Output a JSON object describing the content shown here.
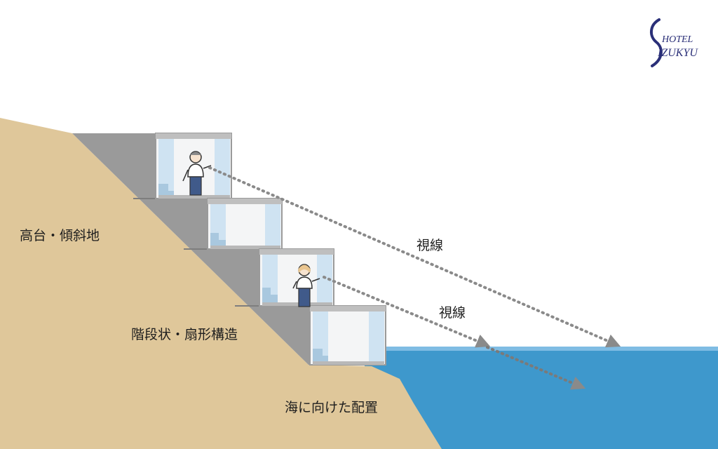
{
  "logo": {
    "line1": "HOTEL",
    "line2": "IZUKYU",
    "color": "#2a2f78"
  },
  "labels": {
    "terrain": "高台・傾斜地",
    "structure": "階段状・扇形構造",
    "orientation": "海に向けた配置",
    "sightline_upper": "視線",
    "sightline_lower": "視線"
  },
  "colors": {
    "cliff": "#dfc79a",
    "building": "#9a9a9a",
    "sea": "#3e98cc",
    "glass": "#cfe3f2",
    "sightline": "#8a8a8a"
  }
}
